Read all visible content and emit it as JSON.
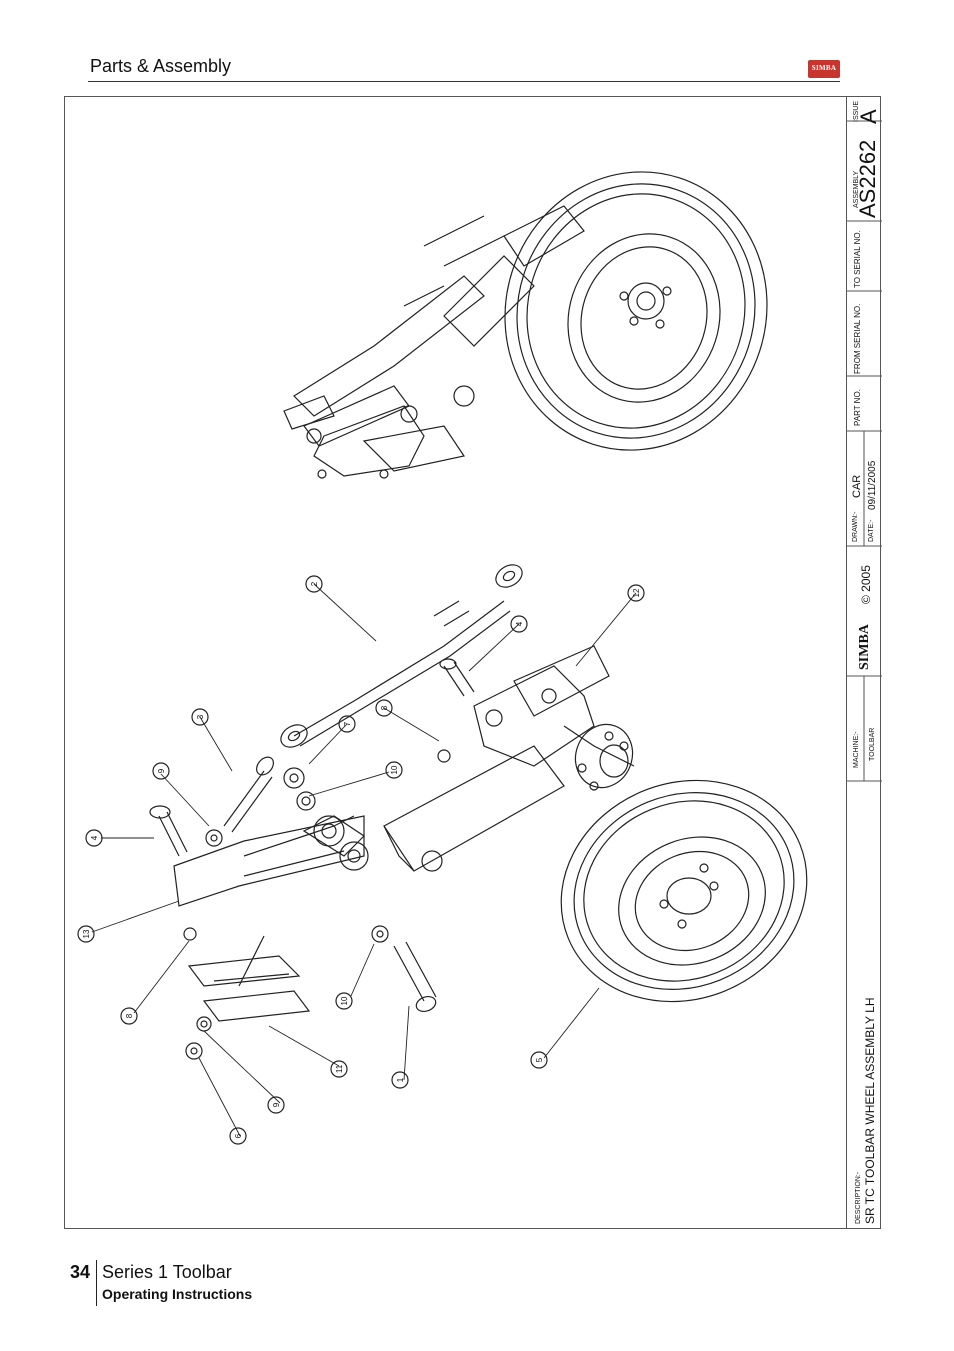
{
  "header": {
    "title": "Parts & Assembly",
    "logo": "SIMBA"
  },
  "titleblock": {
    "issue_label": "ISSUE",
    "issue": "A",
    "assembly_label": "ASSEMBLY",
    "assembly": "AS2262",
    "to_serial_label": "TO SERIAL NO.",
    "from_serial_label": "FROM SERIAL NO.",
    "part_no_label": "PART NO.",
    "drawn_label": "DRAWN:-",
    "drawn": "CAR",
    "date_label": "DATE:-",
    "date": "09/11/2005",
    "copyright": "© 2005",
    "brand": "SIMBA",
    "machine_label": "MACHINE:-",
    "machine": "TOOLBAR",
    "description_label": "DESCRIPTION:-",
    "description": "SR TC TOOLBAR WHEEL ASSEMBLY LH"
  },
  "callouts": [
    "2",
    "4",
    "12",
    "3",
    "7",
    "8",
    "9",
    "10",
    "4",
    "13",
    "8",
    "10",
    "11",
    "1",
    "9",
    "6",
    "5"
  ],
  "footer": {
    "page_number": "34",
    "series": "Series 1 Toolbar",
    "subtitle": "Operating Instructions"
  },
  "colors": {
    "logo_red": "#c8352e",
    "line": "#222222"
  }
}
